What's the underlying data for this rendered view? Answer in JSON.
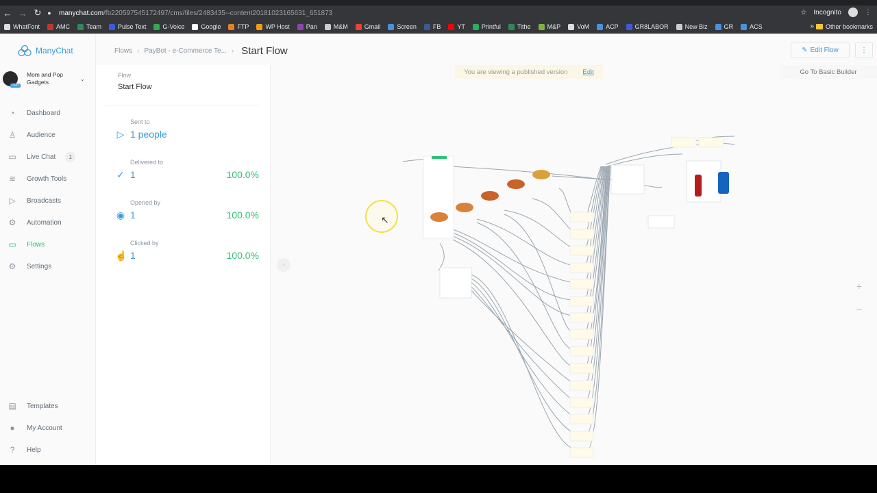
{
  "browser": {
    "url_host": "manychat.com",
    "url_path": "/fb220597545172497/cms/files/2483435--content20181023165631_651873",
    "incognito_label": "Incognito",
    "bookmarks": [
      {
        "label": "WhatFont",
        "color": "#dddddd"
      },
      {
        "label": "AMC",
        "color": "#c0392b"
      },
      {
        "label": "Team",
        "color": "#2e8b57"
      },
      {
        "label": "Pulse Text",
        "color": "#3b5bdb"
      },
      {
        "label": "G-Voice",
        "color": "#34a853"
      },
      {
        "label": "Google",
        "color": "#ffffff"
      },
      {
        "label": "FTP",
        "color": "#e67e22"
      },
      {
        "label": "WP Host",
        "color": "#f39c12"
      },
      {
        "label": "Pan",
        "color": "#8e44ad"
      },
      {
        "label": "M&M",
        "color": "#cccccc"
      },
      {
        "label": "Gmail",
        "color": "#ea4335"
      },
      {
        "label": "Screen",
        "color": "#4a90e2"
      },
      {
        "label": "FB",
        "color": "#3b5998"
      },
      {
        "label": "YT",
        "color": "#ff0000"
      },
      {
        "label": "Printful",
        "color": "#27ae60"
      },
      {
        "label": "Tithe",
        "color": "#2e8b57"
      },
      {
        "label": "M&P",
        "color": "#7cb342"
      },
      {
        "label": "VoM",
        "color": "#dddddd"
      },
      {
        "label": "ACP",
        "color": "#4a90e2"
      },
      {
        "label": "GR8LABOR",
        "color": "#3b5bdb"
      },
      {
        "label": "New Biz",
        "color": "#cccccc"
      },
      {
        "label": "GR",
        "color": "#4a90e2"
      },
      {
        "label": "ACS",
        "color": "#4a90e2"
      }
    ],
    "more_bookmarks": "»",
    "other_bookmarks": "Other bookmarks"
  },
  "sidebar": {
    "brand": "ManyChat",
    "account_name": "Mom and Pop Gadgets",
    "pro_badge": "PRO",
    "items": [
      {
        "label": "Dashboard",
        "icon": "dashboard-icon",
        "glyph": "◔"
      },
      {
        "label": "Audience",
        "icon": "person-icon",
        "glyph": "♙"
      },
      {
        "label": "Live Chat",
        "icon": "chat-icon",
        "glyph": "▭",
        "badge": "1"
      },
      {
        "label": "Growth Tools",
        "icon": "growth-icon",
        "glyph": "≋"
      },
      {
        "label": "Broadcasts",
        "icon": "broadcast-icon",
        "glyph": "▷"
      },
      {
        "label": "Automation",
        "icon": "automation-icon",
        "glyph": "⚙"
      },
      {
        "label": "Flows",
        "icon": "folder-icon",
        "glyph": "▭",
        "active": true
      },
      {
        "label": "Settings",
        "icon": "gear-icon",
        "glyph": "⚙"
      }
    ],
    "bottom_items": [
      {
        "label": "Templates",
        "icon": "templates-icon",
        "glyph": "▤"
      },
      {
        "label": "My Account",
        "icon": "avatar-icon",
        "glyph": "●"
      },
      {
        "label": "Help",
        "icon": "help-icon",
        "glyph": "?"
      }
    ]
  },
  "header": {
    "breadcrumb_root": "Flows",
    "breadcrumb_parent": "PayBot - e-Commerce Te...",
    "breadcrumb_current": "Start Flow",
    "edit_button": "Edit Flow",
    "more_button": "⋮"
  },
  "stats": {
    "flow_label": "Flow",
    "flow_name": "Start Flow",
    "sent_label": "Sent to",
    "sent_value": "1 people",
    "delivered_label": "Delivered to",
    "delivered_value": "1",
    "delivered_pct": "100.0%",
    "opened_label": "Opened by",
    "opened_value": "1",
    "opened_pct": "100.0%",
    "clicked_label": "Clicked by",
    "clicked_value": "1",
    "clicked_pct": "100.0%"
  },
  "canvas": {
    "banner_text": "You are viewing a published version",
    "banner_edit": "Edit",
    "basic_builder": "Go To Basic Builder",
    "zoom_in": "+",
    "zoom_out": "−",
    "collapse": "‹"
  }
}
